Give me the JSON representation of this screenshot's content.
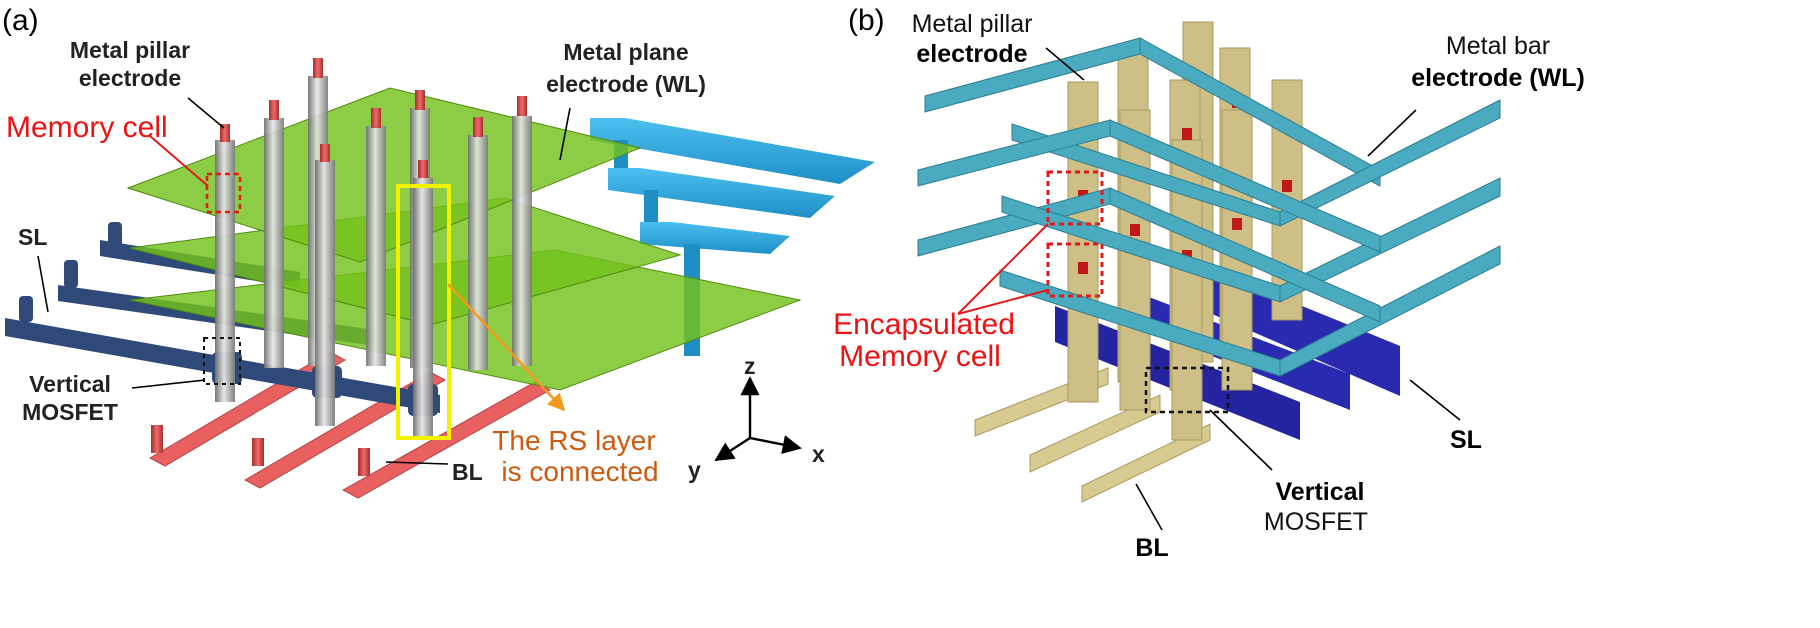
{
  "panel_a": {
    "tag": "(a)",
    "pillar_label_1": "Metal pillar",
    "pillar_label_2": "electrode",
    "plane_label_1": "Metal plane",
    "plane_label_2": "electrode (WL)",
    "memory_cell": "Memory cell",
    "sl": "SL",
    "vmos_1": "Vertical",
    "vmos_2": "MOSFET",
    "bl": "BL",
    "rs_1": "The RS layer",
    "rs_2": "is connected",
    "axis_z": "z",
    "axis_x": "x",
    "axis_y": "y"
  },
  "panel_b": {
    "tag": "(b)",
    "pillar_label_1": "Metal pillar",
    "pillar_label_2": "electrode",
    "bar_label_1": "Metal bar",
    "bar_label_2": "electrode (WL)",
    "enc_1": "Encapsulated",
    "enc_2": "Memory cell",
    "sl": "SL",
    "vmos_1": "Vertical",
    "vmos_2": "MOSFET",
    "bl": "BL"
  },
  "colors": {
    "plane_green": "#74c21c",
    "wl_blue": "#2aa7dd",
    "sl_navy": "#2f4a78",
    "bl_red": "#e86060",
    "pillar_gray": "#9a9a9a",
    "pillar_tan": "#cdbf85",
    "bar_teal": "#4aaac0",
    "sl_indigo": "#2424a0",
    "highlight_yellow": "#f2f200",
    "annotation_red": "#ee1111",
    "annotation_orange": "#cc5a10"
  }
}
